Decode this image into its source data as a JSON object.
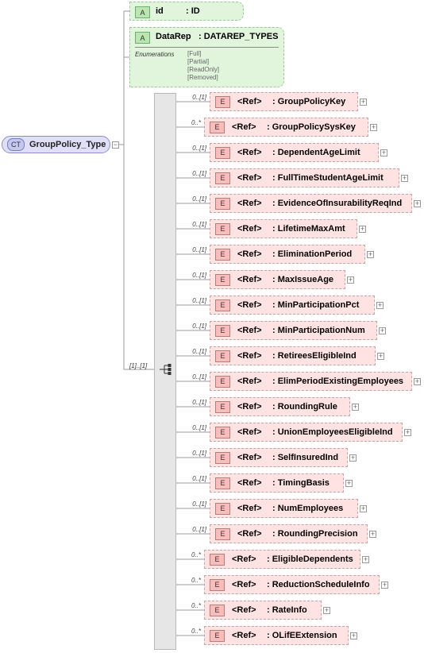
{
  "complex_type": {
    "badge": "CT",
    "name": "GroupPolicy_Type"
  },
  "attributes": [
    {
      "badge": "A",
      "name": "id",
      "type": ": ID"
    },
    {
      "badge": "A",
      "name": "DataRep",
      "type": ": DATAREP_TYPES",
      "enumerations_label": "Enumerations",
      "enumerations": [
        "[Full]",
        "[Partial]",
        "[ReadOnly]",
        "[Removed]"
      ]
    }
  ],
  "sequence": {
    "cardinality": "[1]..[1]"
  },
  "elements": [
    {
      "card": "0..[1]",
      "badge": "E",
      "ref": "<Ref>",
      "name": ": GroupPolicyKey"
    },
    {
      "card": "0..*",
      "badge": "E",
      "ref": "<Ref>",
      "name": ": GroupPolicySysKey"
    },
    {
      "card": "0..[1]",
      "badge": "E",
      "ref": "<Ref>",
      "name": ": DependentAgeLimit"
    },
    {
      "card": "0..[1]",
      "badge": "E",
      "ref": "<Ref>",
      "name": ": FullTimeStudentAgeLimit"
    },
    {
      "card": "0..[1]",
      "badge": "E",
      "ref": "<Ref>",
      "name": ": EvidenceOfInsurabilityReqInd"
    },
    {
      "card": "0..[1]",
      "badge": "E",
      "ref": "<Ref>",
      "name": ": LifetimeMaxAmt"
    },
    {
      "card": "0..[1]",
      "badge": "E",
      "ref": "<Ref>",
      "name": ": EliminationPeriod"
    },
    {
      "card": "0..[1]",
      "badge": "E",
      "ref": "<Ref>",
      "name": ": MaxIssueAge"
    },
    {
      "card": "0..[1]",
      "badge": "E",
      "ref": "<Ref>",
      "name": ": MinParticipationPct"
    },
    {
      "card": "0..[1]",
      "badge": "E",
      "ref": "<Ref>",
      "name": ": MinParticipationNum"
    },
    {
      "card": "0..[1]",
      "badge": "E",
      "ref": "<Ref>",
      "name": ": RetireesEligibleInd"
    },
    {
      "card": "0..[1]",
      "badge": "E",
      "ref": "<Ref>",
      "name": ": ElimPeriodExistingEmployees"
    },
    {
      "card": "0..[1]",
      "badge": "E",
      "ref": "<Ref>",
      "name": ": RoundingRule"
    },
    {
      "card": "0..[1]",
      "badge": "E",
      "ref": "<Ref>",
      "name": ": UnionEmployeesEligibleInd"
    },
    {
      "card": "0..[1]",
      "badge": "E",
      "ref": "<Ref>",
      "name": ": SelfInsuredInd"
    },
    {
      "card": "0..[1]",
      "badge": "E",
      "ref": "<Ref>",
      "name": ": TimingBasis"
    },
    {
      "card": "0..[1]",
      "badge": "E",
      "ref": "<Ref>",
      "name": ": NumEmployees"
    },
    {
      "card": "0..[1]",
      "badge": "E",
      "ref": "<Ref>",
      "name": ": RoundingPrecision"
    },
    {
      "card": "0..*",
      "badge": "E",
      "ref": "<Ref>",
      "name": ": EligibleDependents"
    },
    {
      "card": "0..*",
      "badge": "E",
      "ref": "<Ref>",
      "name": ": ReductionScheduleInfo"
    },
    {
      "card": "0..*",
      "badge": "E",
      "ref": "<Ref>",
      "name": ": RateInfo"
    },
    {
      "card": "0..*",
      "badge": "E",
      "ref": "<Ref>",
      "name": ": OLifEExtension"
    }
  ]
}
